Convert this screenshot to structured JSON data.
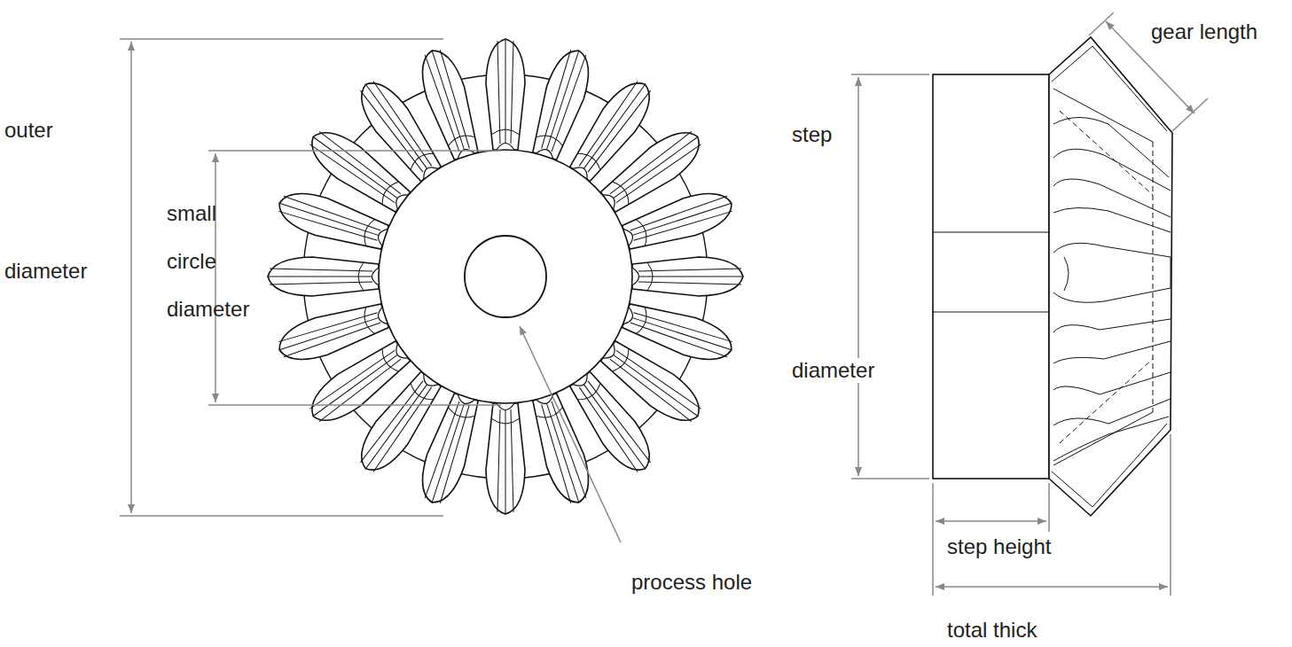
{
  "diagram": {
    "labels": [
      "outer",
      "small circle diameter",
      "diameter",
      "process hole",
      "gear length",
      "step",
      "diameter",
      "step height",
      "total thick"
    ]
  }
}
